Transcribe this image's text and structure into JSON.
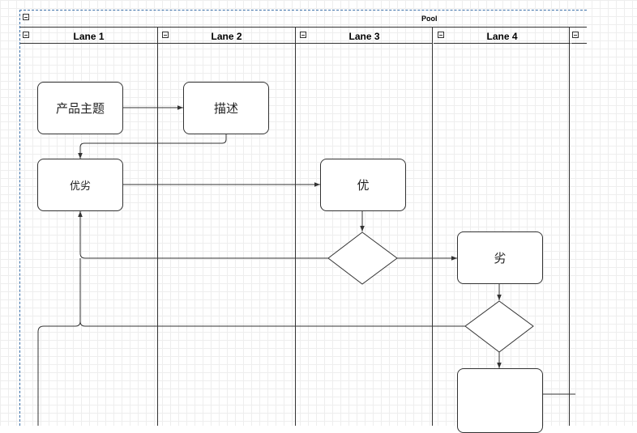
{
  "pool": {
    "title": "Pool"
  },
  "lanes": [
    {
      "label": "Lane 1"
    },
    {
      "label": "Lane 2"
    },
    {
      "label": "Lane 3"
    },
    {
      "label": "Lane 4"
    }
  ],
  "nodes": {
    "product_topic": "产品主题",
    "description": "描述",
    "pros_cons": "优劣",
    "pro": "优",
    "con": "劣",
    "bottom_box": ""
  },
  "colors": {
    "pool_border": "#3a6fa8",
    "line": "#333333",
    "grid": "#eeeeee"
  }
}
